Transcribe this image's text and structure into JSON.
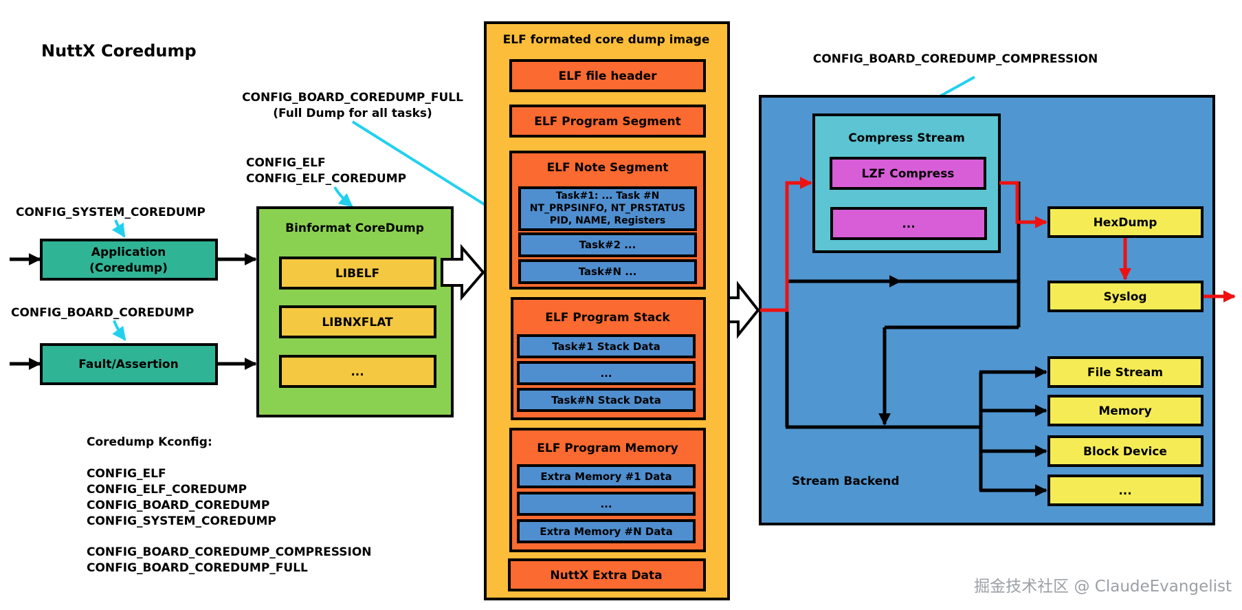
{
  "title": "NuttX Coredump",
  "config_labels": {
    "system_coredump": "CONFIG_SYSTEM_COREDUMP",
    "board_coredump": "CONFIG_BOARD_COREDUMP",
    "elf": "CONFIG_ELF",
    "elf_coredump": "CONFIG_ELF_COREDUMP",
    "coredump_full": "CONFIG_BOARD_COREDUMP_FULL",
    "coredump_full_note": "(Full Dump for all tasks)",
    "coredump_compression": "CONFIG_BOARD_COREDUMP_COMPRESSION"
  },
  "sources": {
    "application_line1": "Application",
    "application_line2": "(Coredump)",
    "fault": "Fault/Assertion"
  },
  "binformat": {
    "title": "Binformat CoreDump",
    "items": [
      "LIBELF",
      "LIBNXFLAT",
      "..."
    ]
  },
  "elf_image": {
    "title": "ELF formated core dump image",
    "file_header": "ELF file header",
    "program_segment": "ELF Program Segment",
    "note_segment": {
      "title": "ELF Note Segment",
      "task1_line1": "Task#1: ... Task #N",
      "task1_line2": "NT_PRPSINFO, NT_PRSTATUS",
      "task1_line3": "PID, NAME, Registers",
      "task2": "Task#2 ...",
      "taskn": "Task#N ..."
    },
    "program_stack": {
      "title": "ELF Program Stack",
      "items": [
        "Task#1 Stack Data",
        "...",
        "Task#N Stack Data"
      ]
    },
    "program_memory": {
      "title": "ELF Program Memory",
      "items": [
        "Extra Memory #1 Data",
        "...",
        "Extra Memory #N Data"
      ]
    },
    "extra_data": "NuttX Extra Data"
  },
  "stream": {
    "compress_title": "Compress Stream",
    "compress_items": [
      "LZF Compress",
      "..."
    ],
    "backend_title": "Stream Backend",
    "hexdump": "HexDump",
    "syslog": "Syslog",
    "outputs": [
      "File Stream",
      "Memory",
      "Block Device",
      "..."
    ]
  },
  "kconfig": {
    "title": "Coredump Kconfig:",
    "group1": [
      "CONFIG_ELF",
      "CONFIG_ELF_COREDUMP",
      "CONFIG_BOARD_COREDUMP",
      "CONFIG_SYSTEM_COREDUMP"
    ],
    "group2": [
      "CONFIG_BOARD_COREDUMP_COMPRESSION",
      "CONFIG_BOARD_COREDUMP_FULL"
    ]
  },
  "watermark": "掘金技术社区 @ ClaudeEvangelist",
  "colors": {
    "teal": "#2fb596",
    "green": "#8bd151",
    "yellow_box": "#f5c842",
    "orange_bg": "#fcbd3a",
    "orange": "#fb6a30",
    "blue_item": "#4f8fd0",
    "stream_bg": "#5096d0",
    "compress_bg": "#5cc4d2",
    "magenta": "#d85ed8",
    "light_yellow": "#f5ec55",
    "cyan_arrow": "#22d0ee",
    "red_arrow": "#ee1111"
  }
}
